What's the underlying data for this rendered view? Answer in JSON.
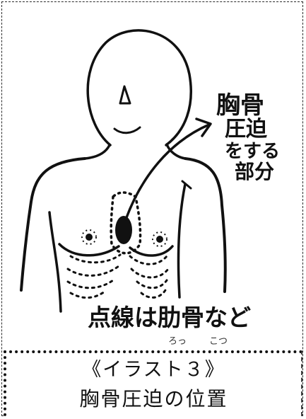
{
  "illustration": {
    "callout_lines": [
      "胸骨",
      "圧迫",
      "をする",
      "部分"
    ],
    "footnote_main": "点線は肋骨など",
    "furigana_ro": "ろっ",
    "furigana_kotsu": "こつ"
  },
  "caption": {
    "line1": "《イラスト３》",
    "line2": "胸骨圧迫の位置"
  }
}
